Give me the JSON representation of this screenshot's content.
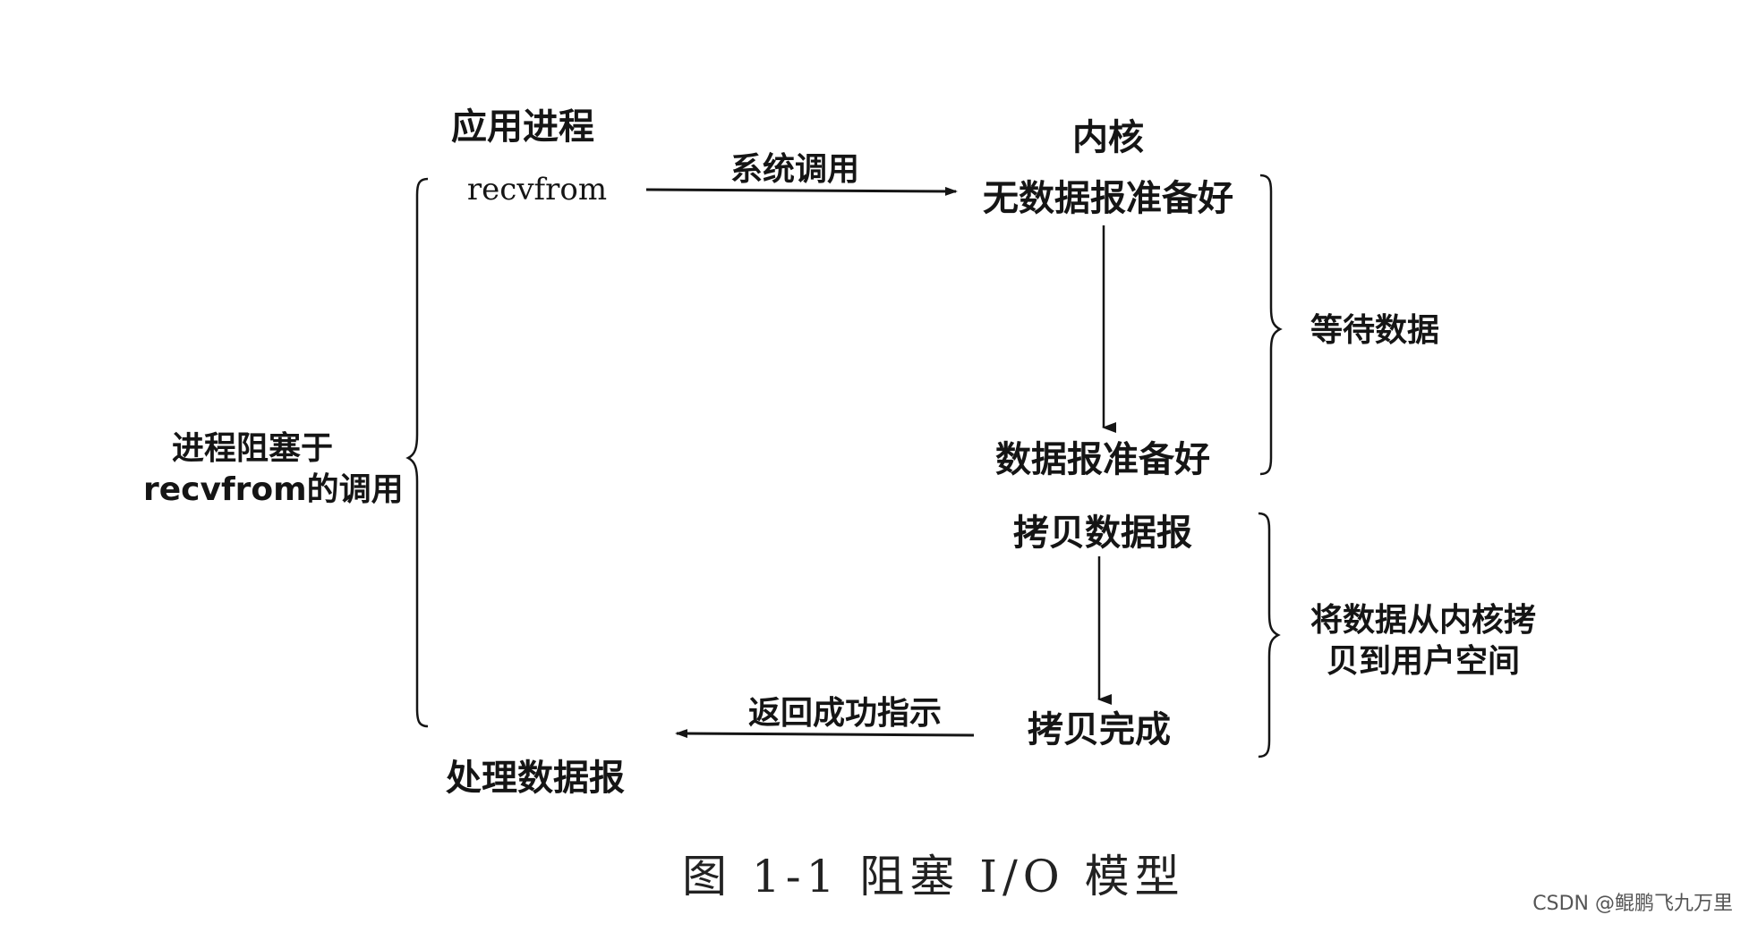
{
  "app_process": {
    "title": "应用进程",
    "call": "recvfrom",
    "process_result": "处理数据报",
    "blocked_line1": "进程阻塞于",
    "blocked_line2": "recvfrom的调用"
  },
  "kernel": {
    "title": "内核",
    "no_datagram": "无数据报准备好",
    "datagram_ready": "数据报准备好",
    "copy_datagram": "拷贝数据报",
    "copy_done": "拷贝完成"
  },
  "arrows": {
    "syscall": "系统调用",
    "return_ok": "返回成功指示"
  },
  "phases": {
    "wait_data": "等待数据",
    "copy_line1": "将数据从内核拷",
    "copy_line2": "贝到用户空间"
  },
  "caption": "图 1-1   阻塞 I/O 模型",
  "watermark": "CSDN @鲲鹏飞九万里",
  "colors": {
    "ink": "#151515",
    "background": "#ffffff"
  }
}
